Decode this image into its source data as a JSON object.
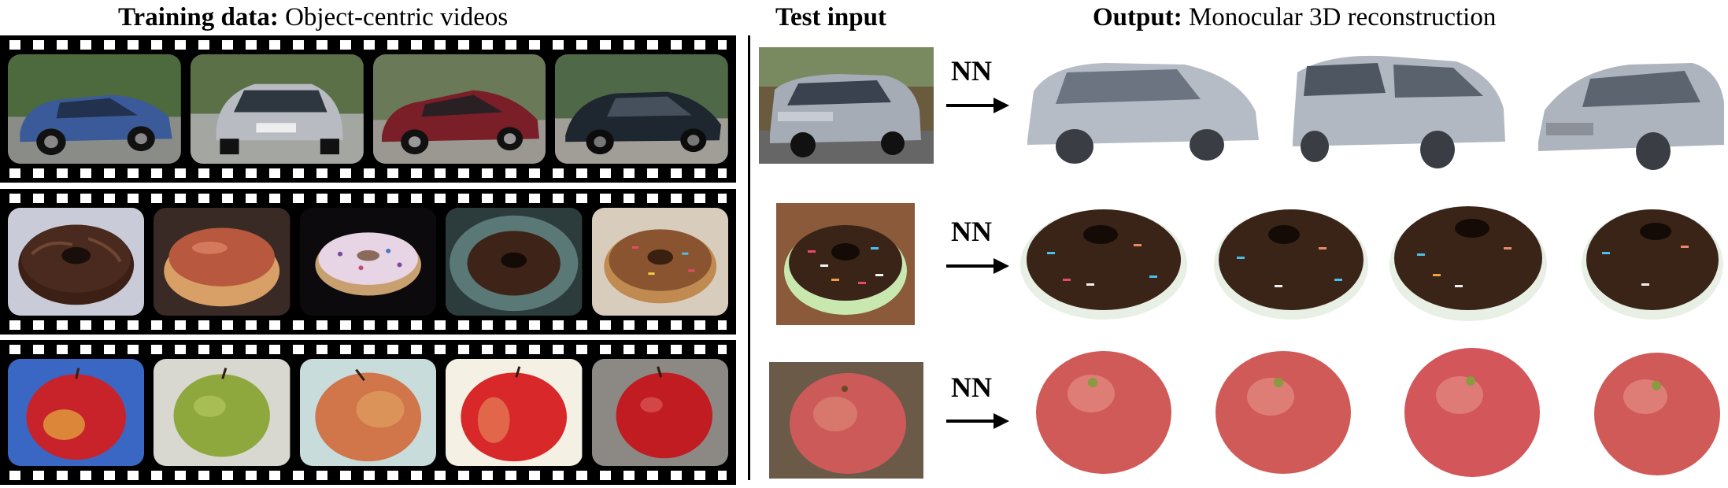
{
  "headings": {
    "training_bold": "Training data:",
    "training_rest": " Object-centric videos",
    "test": "Test input",
    "output_bold": "Output:",
    "output_rest": " Monocular 3D reconstruction"
  },
  "nn_label": "NN",
  "rows": {
    "cars": {
      "train_frames": 4,
      "outputs": 3,
      "colors": [
        "#3a5a9a",
        "#b8bcc2",
        "#7a1e28",
        "#1e2630"
      ],
      "output_color": "#b6bcc6"
    },
    "donuts": {
      "train_frames": 5,
      "outputs": 4,
      "icing": [
        "#4a2a1e",
        "#b8583e",
        "#e7d4e4",
        "#3e2418",
        "#8a5430"
      ],
      "output_icing": "#3a2418"
    },
    "apples": {
      "train_frames": 5,
      "outputs": 4,
      "colors": [
        "#c8232a",
        "#8ea83e",
        "#d0764a",
        "#d8282a",
        "#c01c22"
      ],
      "output_color": "#d05a58"
    }
  }
}
